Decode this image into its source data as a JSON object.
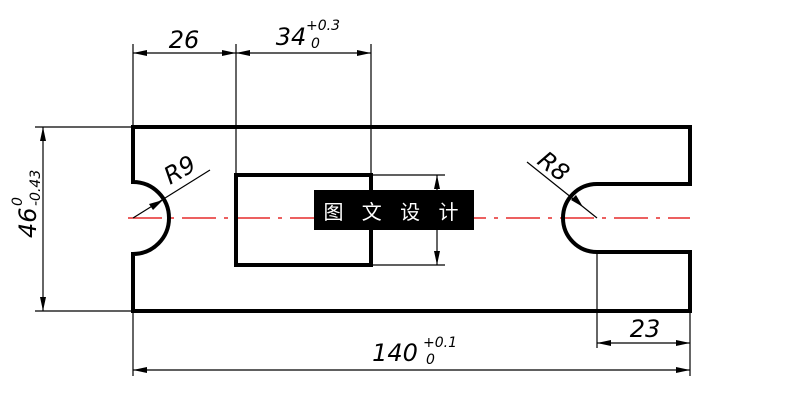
{
  "dimensions": {
    "d26": {
      "value": "26"
    },
    "d34": {
      "value": "34",
      "upper": "+0.3",
      "lower": "0"
    },
    "d46": {
      "value": "46",
      "upper": "0",
      "lower": "-0.43"
    },
    "r9": {
      "value": "R9"
    },
    "r8": {
      "value": "R8"
    },
    "d23": {
      "value": "23"
    },
    "d140": {
      "value": "140",
      "upper": "+0.1",
      "lower": "0"
    }
  },
  "watermark": {
    "text": "图 文 设 计"
  },
  "colors": {
    "outline": "#000000",
    "centerline": "#e00000",
    "watermark_bg": "#000000",
    "watermark_text": "#ffffff"
  }
}
